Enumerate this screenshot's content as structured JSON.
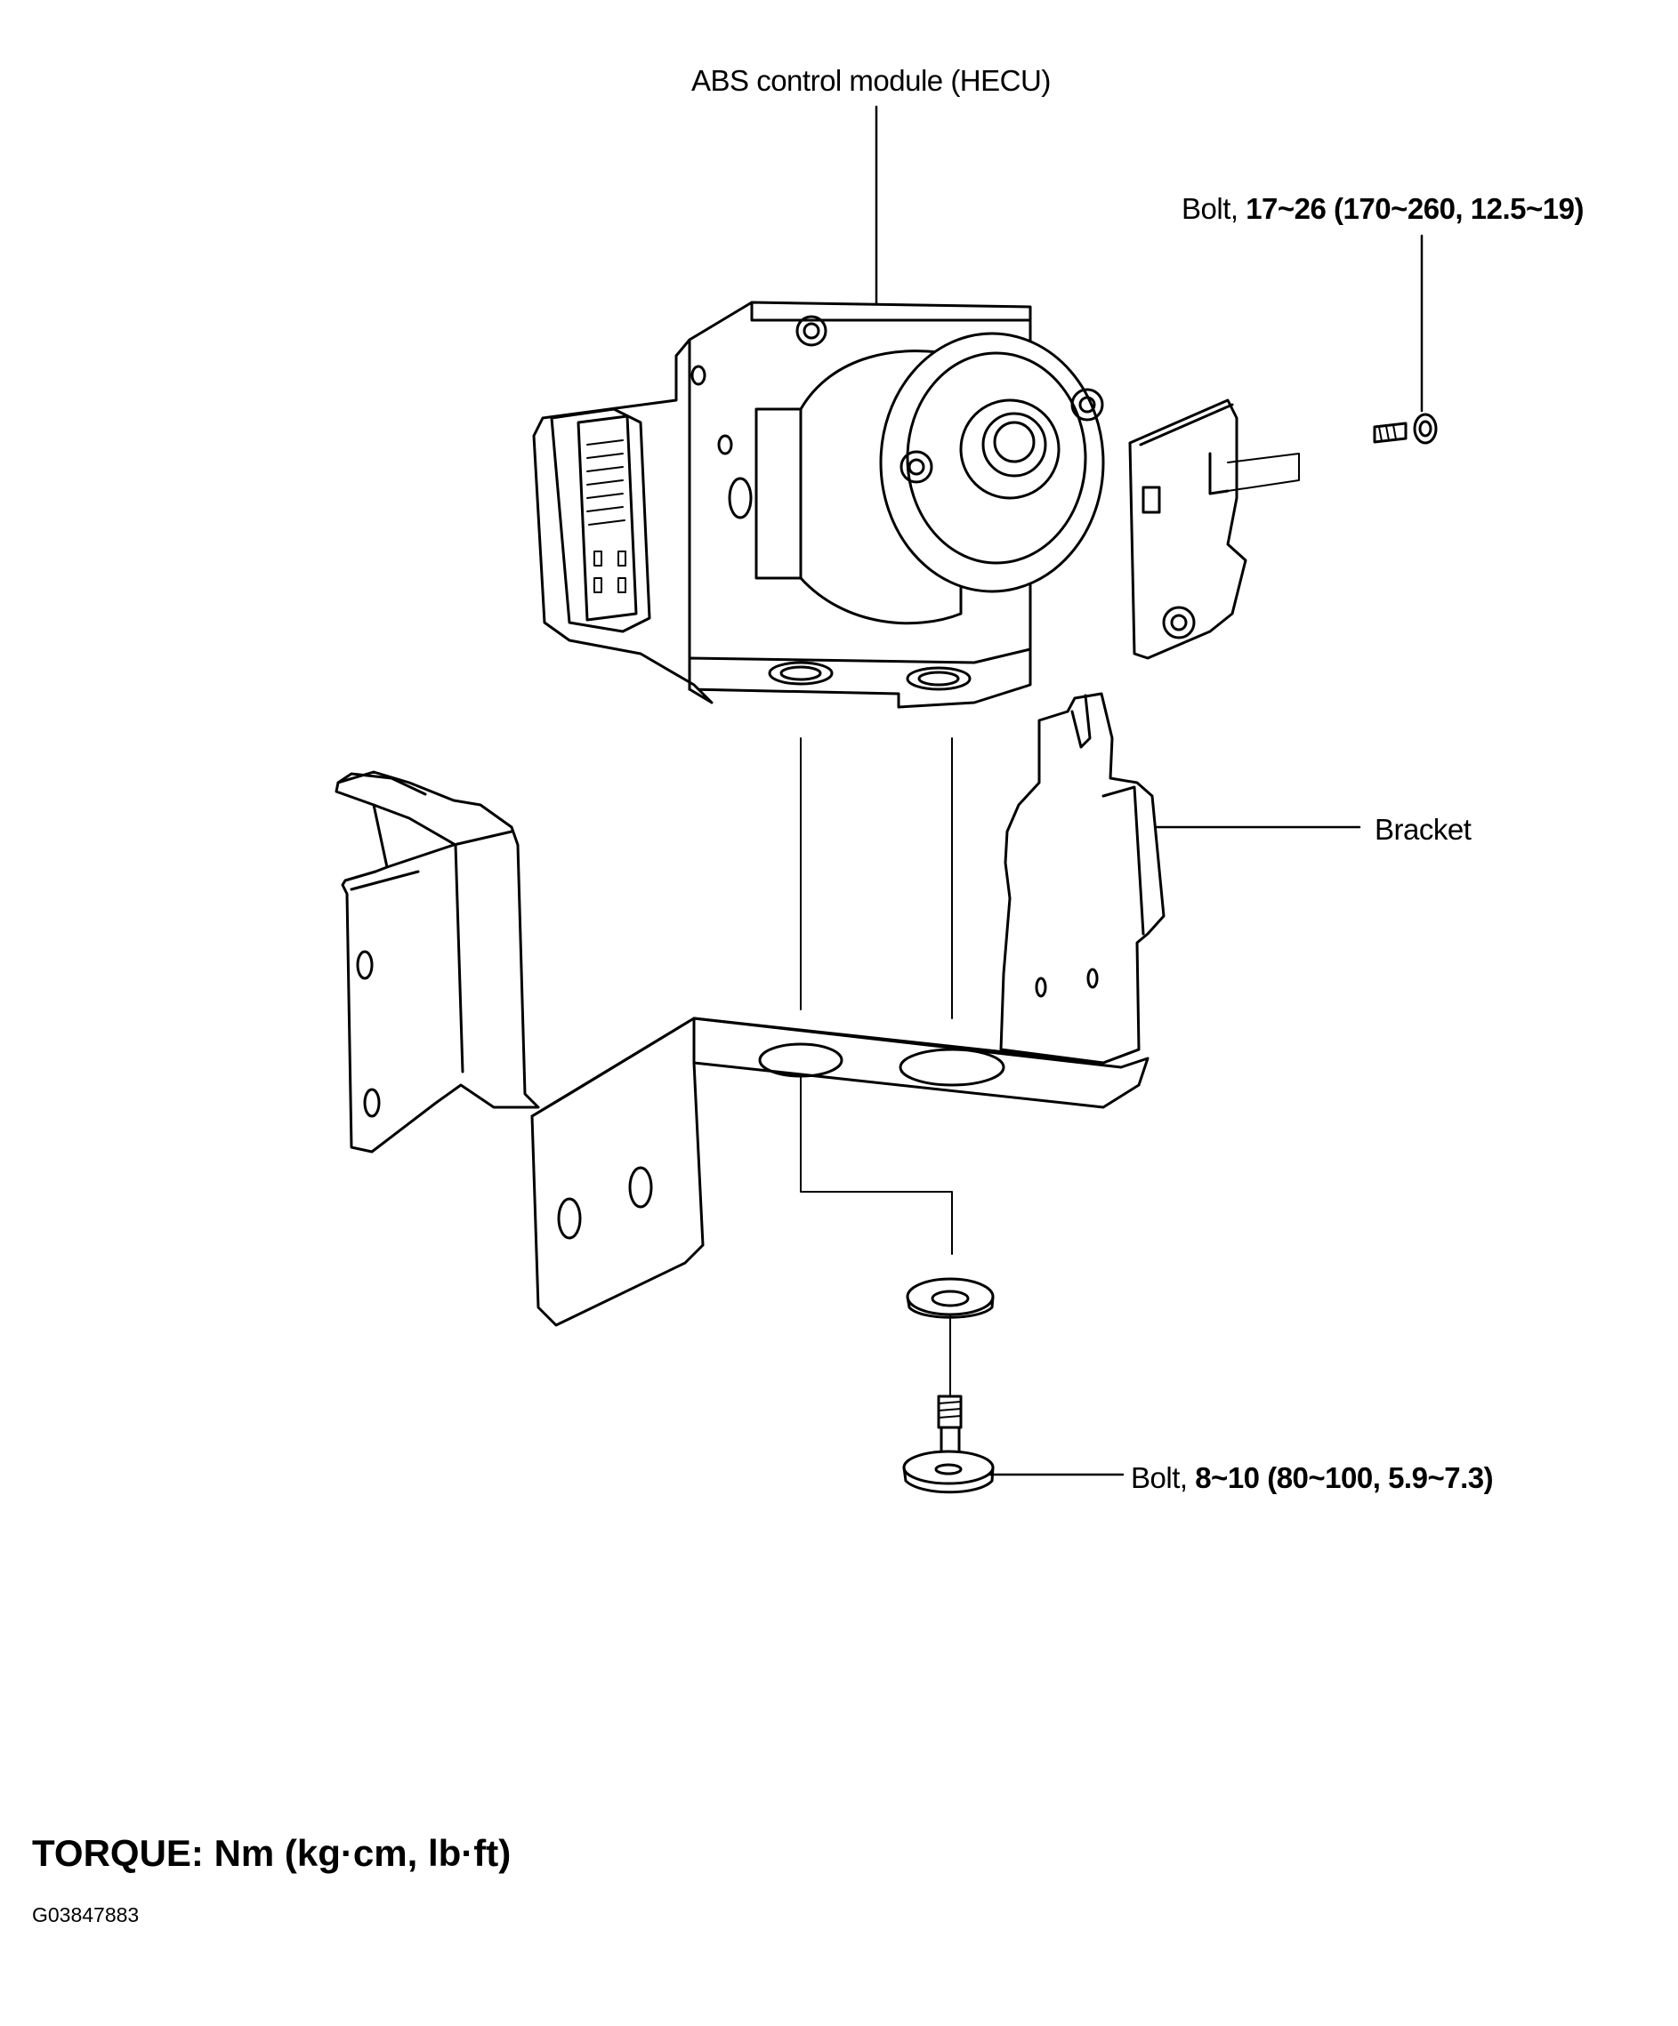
{
  "labels": {
    "module": "ABS control module (HECU)",
    "bolt_upper_prefix": "Bolt, ",
    "bolt_upper_spec": "17~26 (170~260, 12.5~19)",
    "bracket": "Bracket",
    "bolt_lower_prefix": "Bolt, ",
    "bolt_lower_spec": "8~10 (80~100, 5.9~7.3)"
  },
  "footer": {
    "torque_units": "TORQUE: Nm (kg·cm, lb·ft)",
    "image_code": "G03847883"
  },
  "colors": {
    "line": "#000000",
    "background": "#ffffff"
  }
}
